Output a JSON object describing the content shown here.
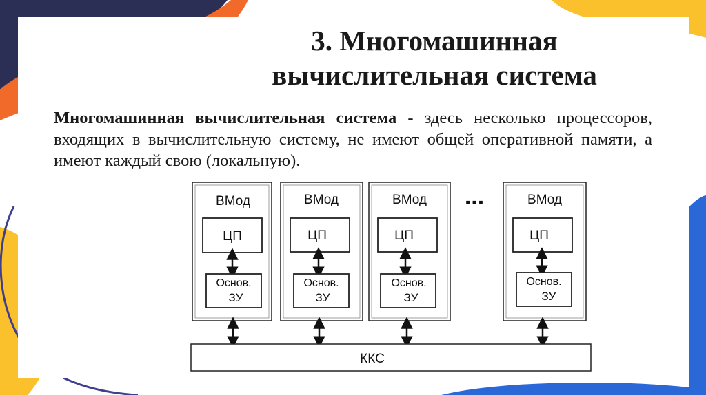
{
  "slide": {
    "title_line1": "3. Многомашинная",
    "title_line2": "вычислительная система",
    "paragraph_bold": "Многомашинная вычислительная система",
    "paragraph_rest": " - здесь несколько процессоров, входящих в вычислительную систему, не имеют общей оперативной памяти, а имеют каждый свою (локальную)."
  },
  "diagram": {
    "modules": [
      {
        "name": "ВМод",
        "cpu": "ЦП",
        "mem_line1": "Основ.",
        "mem_line2": "ЗУ"
      },
      {
        "name": "ВМод",
        "cpu": "ЦП",
        "mem_line1": "Основ.",
        "mem_line2": "ЗУ"
      },
      {
        "name": "ВМод",
        "cpu": "ЦП",
        "mem_line1": "Основ.",
        "mem_line2": "ЗУ"
      },
      {
        "name": "ВМод",
        "cpu": "ЦП",
        "mem_line1": "Основ.",
        "mem_line2": "ЗУ"
      }
    ],
    "ellipsis": "...",
    "bus_label": "ККС"
  },
  "colors": {
    "navy": "#2b2f55",
    "orange": "#f26a2a",
    "yellow": "#fbc12d",
    "blue": "#2a68d8",
    "purple": "#3f3f8f"
  }
}
